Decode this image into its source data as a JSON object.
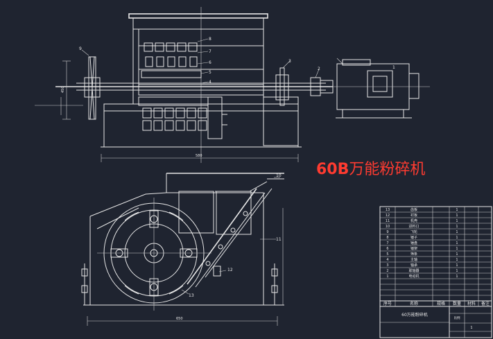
{
  "title_parts": {
    "model": "60B",
    "name": "万能粉碎机"
  },
  "part_labels_front": [
    "1",
    "2",
    "3",
    "4",
    "5",
    "6",
    "7",
    "8",
    "9"
  ],
  "part_labels_side": [
    "10",
    "11",
    "12",
    "13"
  ],
  "dims": {
    "front_width": "580",
    "side_width": "650",
    "height": "450"
  },
  "bom": {
    "rows": [
      {
        "no": "13",
        "name": "齿板",
        "qty": "1"
      },
      {
        "no": "12",
        "name": "衬板",
        "qty": "1"
      },
      {
        "no": "11",
        "name": "机壳",
        "qty": "1"
      },
      {
        "no": "10",
        "name": "进料口",
        "qty": "1"
      },
      {
        "no": "9",
        "name": "飞轮",
        "qty": "1"
      },
      {
        "no": "8",
        "name": "锤子",
        "qty": "1"
      },
      {
        "no": "7",
        "name": "锤盘",
        "qty": "1"
      },
      {
        "no": "6",
        "name": "锤架",
        "qty": "1"
      },
      {
        "no": "5",
        "name": "筛条",
        "qty": "1"
      },
      {
        "no": "4",
        "name": "主轴",
        "qty": "1"
      },
      {
        "no": "3",
        "name": "轴承",
        "qty": "1"
      },
      {
        "no": "2",
        "name": "联轴器",
        "qty": "1"
      },
      {
        "no": "1",
        "name": "电动机",
        "qty": "1"
      }
    ],
    "header": [
      "序号",
      "名称",
      "规格",
      "数量",
      "材料",
      "备注"
    ],
    "drawing_name": "60万能粉碎机",
    "sheet": "1",
    "scale_label": "比例"
  }
}
